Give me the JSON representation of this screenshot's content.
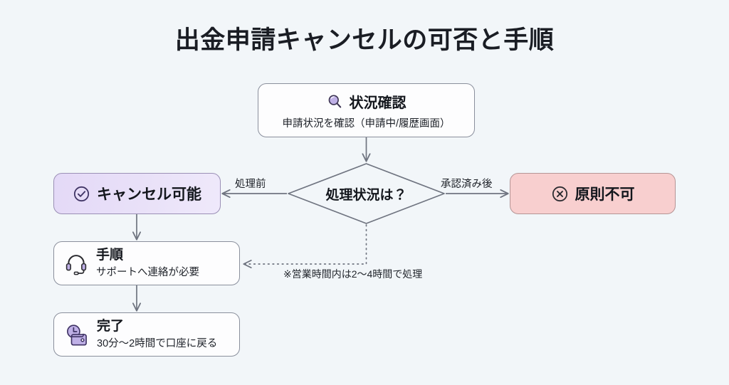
{
  "page": {
    "title": "出金申請キャンセルの可否と手順",
    "background_color": "#f2f6f9"
  },
  "colors": {
    "canvas": "#f2f6f9",
    "node_border": "#8a8f9c",
    "node_fill": "#fdfdfe",
    "purple_fill": "#e7dcf8",
    "purple_border": "#9a8fb5",
    "pink_fill": "#f8cfcf",
    "pink_border": "#b59595",
    "accent_purple": "#b9aee0",
    "text": "#14171d",
    "connector": "#6f7480"
  },
  "diagram": {
    "type": "flowchart",
    "nodes": [
      {
        "id": "status",
        "shape": "rounded-rect",
        "icon": "magnifying-glass-icon",
        "title": "状況確認",
        "subtitle": "申請状況を確認（申請中/履歴画面）"
      },
      {
        "id": "decision",
        "shape": "diamond",
        "title": "処理状況は？",
        "subtitle": ""
      },
      {
        "id": "cancel",
        "shape": "rounded-rect",
        "icon": "check-circle-icon",
        "title": "キャンセル可能",
        "subtitle": ""
      },
      {
        "id": "deny",
        "shape": "rounded-rect",
        "icon": "x-circle-icon",
        "title": "原則不可",
        "subtitle": ""
      },
      {
        "id": "procedure",
        "shape": "rounded-rect",
        "icon": "headset-icon",
        "title": "手順",
        "subtitle": "サポートへ連絡が必要"
      },
      {
        "id": "done",
        "shape": "rounded-rect",
        "icon": "clock-wallet-icon",
        "title": "完了",
        "subtitle": "30分〜2時間で口座に戻る"
      }
    ],
    "edges": [
      {
        "id": "status-to-decision",
        "from": "status",
        "to": "decision",
        "label": "",
        "style": "solid"
      },
      {
        "id": "decision-to-cancel",
        "from": "decision",
        "to": "cancel",
        "label": "処理前",
        "style": "solid"
      },
      {
        "id": "decision-to-deny",
        "from": "decision",
        "to": "deny",
        "label": "承認済み後",
        "style": "solid"
      },
      {
        "id": "cancel-to-procedure",
        "from": "cancel",
        "to": "procedure",
        "label": "",
        "style": "solid"
      },
      {
        "id": "procedure-to-done",
        "from": "procedure",
        "to": "done",
        "label": "",
        "style": "solid"
      },
      {
        "id": "decision-to-procedure",
        "from": "decision",
        "to": "procedure",
        "label": "※営業時間内は2〜4時間で処理",
        "style": "dotted"
      }
    ]
  }
}
